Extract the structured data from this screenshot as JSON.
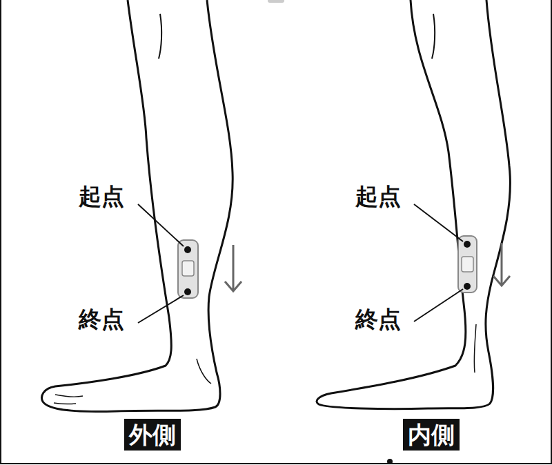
{
  "diagram": {
    "nodes": [
      {
        "text": [
          "外側"
        ]
      },
      {
        "text": [
          "内側"
        ]
      }
    ],
    "labels": [
      "起点",
      "終点",
      "起点",
      "終点"
    ]
  }
}
